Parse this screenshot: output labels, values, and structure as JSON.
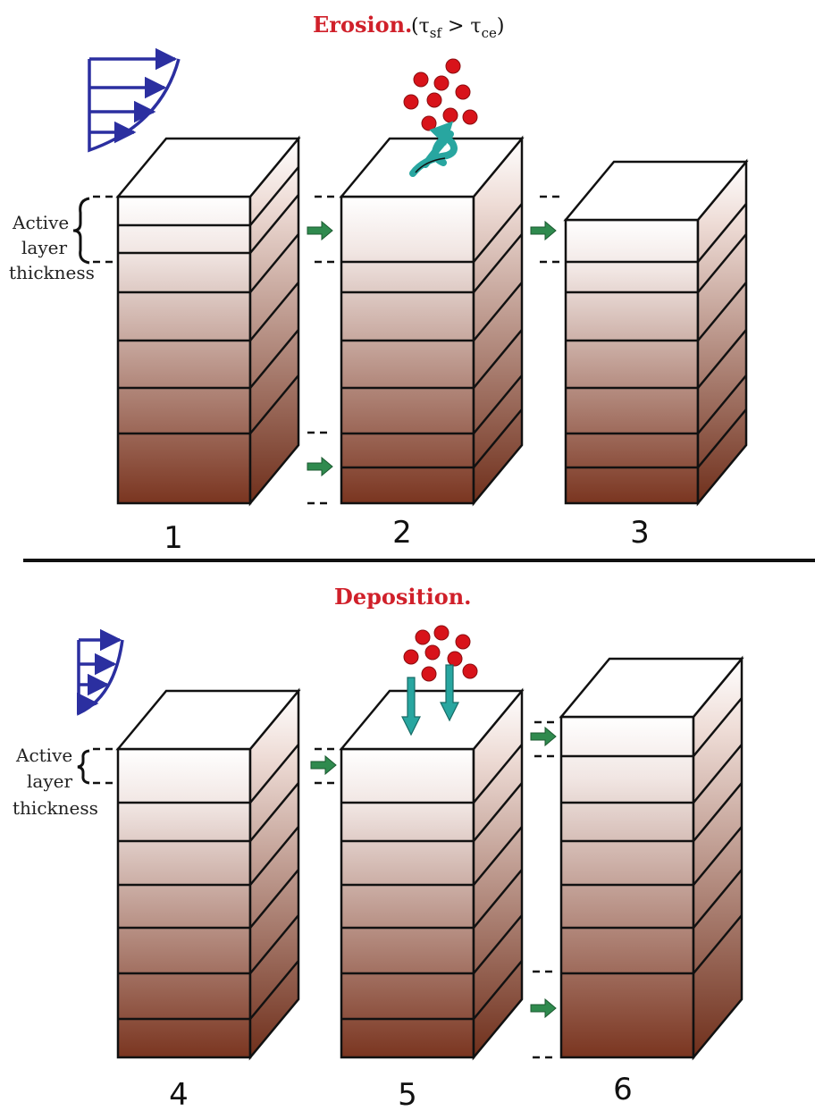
{
  "erosion": {
    "title": "Erosion.",
    "condition": "(τsf > τce)",
    "active_label": [
      "Active",
      "layer",
      "thickness"
    ],
    "column_numbers": [
      "1",
      "2",
      "3"
    ]
  },
  "deposition": {
    "title": "Deposition.",
    "active_label": [
      "Active",
      "layer",
      "thickness"
    ],
    "column_numbers": [
      "4",
      "5",
      "6"
    ]
  },
  "colors": {
    "title_red": "#d0202a",
    "velocity_blue": "#2b2fa0",
    "particle_red": "#d8131a",
    "flux_teal": "#28a6a0",
    "green_arrow": "#2f8a4e",
    "sediment_top": "#ffffff",
    "sediment_bottom": "#7a3520"
  },
  "icons": [
    "velocity-profile-icon",
    "sediment-particle-icon",
    "resuspension-arrow-icon",
    "settling-arrow-icon",
    "layer-shift-arrow-icon"
  ]
}
